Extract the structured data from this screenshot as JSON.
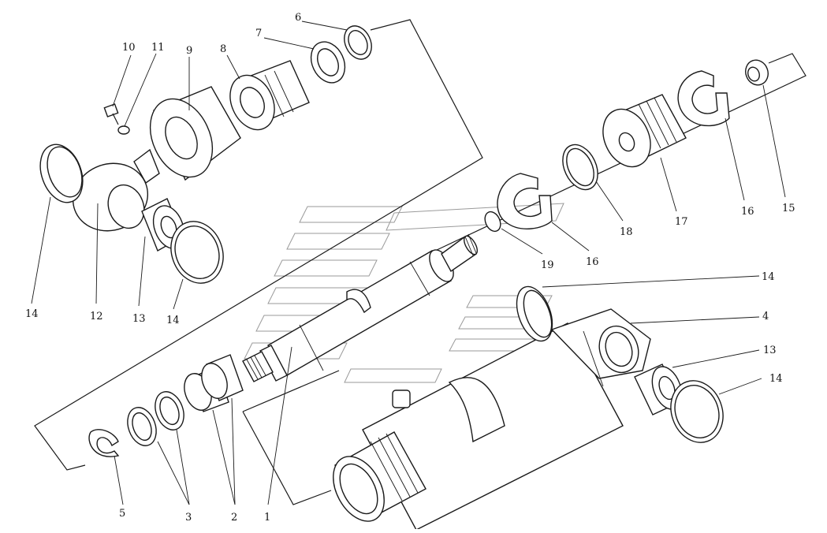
{
  "labels": {
    "l1": "1",
    "l2": "2",
    "l3": "3",
    "l4": "4",
    "l5": "5",
    "l6": "6",
    "l7": "7",
    "l8": "8",
    "l9": "9",
    "l10": "10",
    "l11": "11",
    "l12": "12",
    "l13a": "13",
    "l13b": "13",
    "l14a": "14",
    "l14b": "14",
    "l14c": "14",
    "l14d": "14",
    "l15": "15",
    "l16a": "16",
    "l16b": "16",
    "l17": "17",
    "l18": "18",
    "l19": "19"
  },
  "colors": {
    "line": "#1a1a1a",
    "watermark": "#9a9a9a",
    "background": "#ffffff"
  }
}
